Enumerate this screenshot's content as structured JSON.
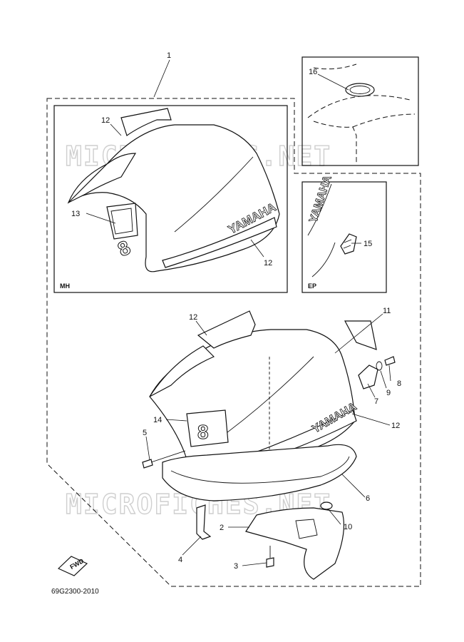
{
  "diagram": {
    "callouts": [
      "1",
      "2",
      "3",
      "4",
      "5",
      "6",
      "7",
      "8",
      "9",
      "10",
      "11",
      "12",
      "13",
      "14",
      "15",
      "16"
    ],
    "inset_labels": {
      "mh": "MH",
      "ep": "EP"
    },
    "direction_tag": "FWD",
    "drawing_code": "69G2300-2010",
    "watermark": "MICROFICHES.NET",
    "decal_text": {
      "brand": "YAMAHA",
      "number": "8",
      "brand_small": "YAMAHA"
    }
  }
}
